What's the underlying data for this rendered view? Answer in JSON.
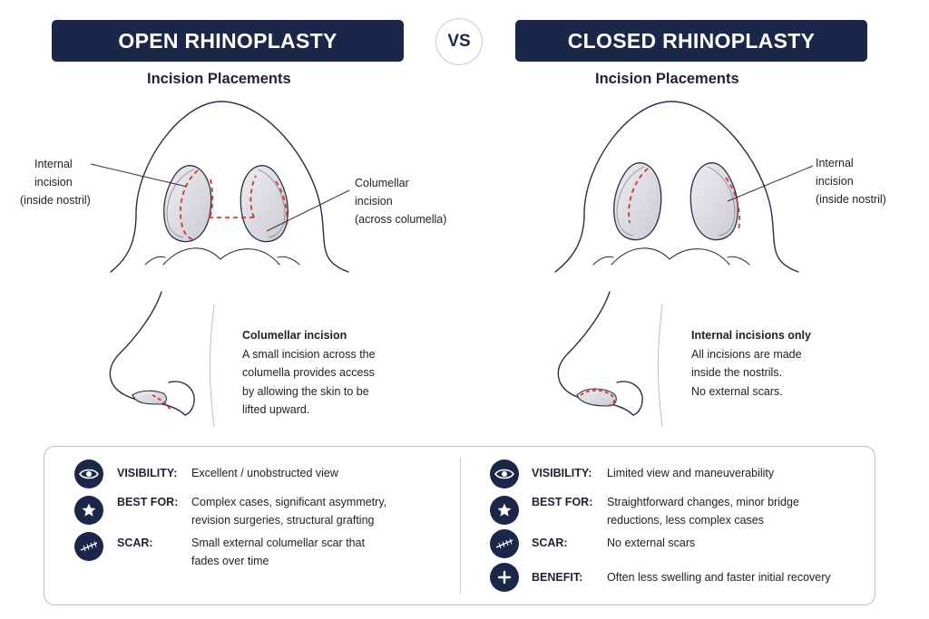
{
  "header": {
    "left_title": "OPEN RHINOPLASTY",
    "vs": "VS",
    "right_title": "CLOSED RHINOPLASTY"
  },
  "left": {
    "subtitle": "Incision Placements",
    "label_internal": [
      "Internal",
      "incision",
      "(inside nostril)"
    ],
    "label_columellar": [
      "Columellar",
      "incision",
      "(across columella)"
    ],
    "description": {
      "heading": "Columellar incision",
      "lines": [
        "A small incision across the",
        "columella provides access",
        "by allowing the skin to be",
        "lifted upward."
      ]
    }
  },
  "right": {
    "subtitle": "Incision Placements",
    "label_internal": [
      "Internal",
      "incision",
      "(inside nostril)"
    ],
    "description": {
      "heading": "Internal incisions only",
      "lines": [
        "All incisions are made",
        "inside the nostrils.",
        "No external scars."
      ]
    }
  },
  "comparison": {
    "left": [
      {
        "icon": "eye-icon",
        "key": "VISIBILITY:",
        "value": [
          "Excellent / unobstructed view"
        ]
      },
      {
        "icon": "star-icon",
        "key": "BEST FOR:",
        "value": [
          "Complex cases, significant asymmetry,",
          "revision surgeries, structural grafting"
        ]
      },
      {
        "icon": "scar-icon",
        "key": "SCAR:",
        "value": [
          "Small external columellar scar that",
          "fades over time"
        ]
      }
    ],
    "right": [
      {
        "icon": "eye-icon",
        "key": "VISIBILITY:",
        "value": [
          "Limited view and maneuverability"
        ]
      },
      {
        "icon": "star-icon",
        "key": "BEST FOR:",
        "value": [
          "Straightforward changes, minor bridge",
          "reductions, less complex cases"
        ]
      },
      {
        "icon": "scar-icon",
        "key": "SCAR:",
        "value": [
          "No external scars"
        ]
      },
      {
        "icon": "plus-icon",
        "key": "BENEFIT:",
        "value": [
          "Often less swelling and faster initial recovery"
        ]
      }
    ]
  },
  "colors": {
    "navy": "#1b2748",
    "incision_red": "#d8342e",
    "outline": "#2a2f45",
    "nostril_fill": "#d9dade"
  }
}
